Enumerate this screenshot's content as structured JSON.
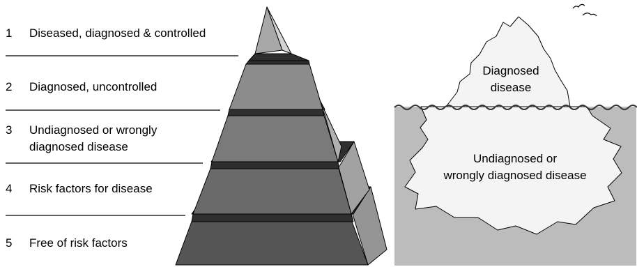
{
  "pyramid": {
    "levels": [
      {
        "number": "1",
        "line1": "Diseased, diagnosed & controlled",
        "line2": ""
      },
      {
        "number": "2",
        "line1": "Diagnosed, uncontrolled",
        "line2": ""
      },
      {
        "number": "3",
        "line1": "Undiagnosed or wrongly",
        "line2": "diagnosed disease"
      },
      {
        "number": "4",
        "line1": "Risk factors for disease",
        "line2": ""
      },
      {
        "number": "5",
        "line1": "Free of risk factors",
        "line2": ""
      }
    ],
    "colors": {
      "front": [
        "#a8a8a8",
        "#8c8c8c",
        "#7a7a7a",
        "#6a6a6a",
        "#555555"
      ],
      "side": [
        "#d4d4d4",
        "#bdbdbd",
        "#b0b0b0",
        "#a2a2a2",
        "#959595"
      ],
      "band": "#2e2e2e"
    }
  },
  "iceberg": {
    "above": {
      "line1": "Diagnosed",
      "line2": "disease"
    },
    "below": {
      "line1": "Undiagnosed or",
      "line2": "wrongly diagnosed disease"
    },
    "colors": {
      "water": "#bcbcbc",
      "ice": "#f4f4f4"
    }
  }
}
